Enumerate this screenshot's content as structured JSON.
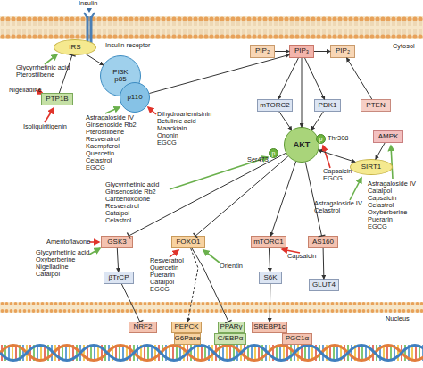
{
  "diagram": {
    "nodes": [
      {
        "text": [
          "IRS"
        ]
      },
      {
        "text": [
          "PI3K p85"
        ]
      },
      {
        "text": [
          "p110"
        ]
      },
      {
        "text": [
          "PTP1B"
        ]
      },
      {
        "text": [
          "PIP₂"
        ]
      },
      {
        "text": [
          "PIP₃"
        ]
      },
      {
        "text": [
          "PIP₂"
        ]
      },
      {
        "text": [
          "mTORC2"
        ]
      },
      {
        "text": [
          "PDK1"
        ]
      },
      {
        "text": [
          "PTEN"
        ]
      },
      {
        "text": [
          "AMPK"
        ]
      },
      {
        "text": [
          "AKT"
        ]
      },
      {
        "text": [
          "p"
        ]
      },
      {
        "text": [
          "p"
        ]
      },
      {
        "text": [
          "SIRT1"
        ]
      },
      {
        "text": [
          "GSK3"
        ]
      },
      {
        "text": [
          "FOXO1"
        ]
      },
      {
        "text": [
          "mTORC1"
        ]
      },
      {
        "text": [
          "AS160"
        ]
      },
      {
        "text": [
          "βTrCP"
        ]
      },
      {
        "text": [
          "S6K"
        ]
      },
      {
        "text": [
          "GLUT4"
        ]
      },
      {
        "text": [
          "NRF2"
        ]
      },
      {
        "text": [
          "PEPCK"
        ]
      },
      {
        "text": [
          "G6Pase"
        ]
      },
      {
        "text": [
          "PPARγ"
        ]
      },
      {
        "text": [
          "C/EBPα"
        ]
      },
      {
        "text": [
          "SREBP1c"
        ]
      },
      {
        "text": [
          "PGC1α"
        ]
      }
    ],
    "edges": [
      {
        "from": 0,
        "to": 1,
        "arrow": "to"
      },
      {
        "from": 3,
        "to": 0,
        "arrow": "none"
      },
      {
        "from": 4,
        "to": 5,
        "arrow": "to"
      },
      {
        "from": 5,
        "to": 6,
        "arrow": "to"
      },
      {
        "from": 2,
        "to": 5,
        "arrow": "to"
      },
      {
        "from": 5,
        "to": 7,
        "arrow": "to"
      },
      {
        "from": 5,
        "to": 8,
        "arrow": "to"
      },
      {
        "from": 5,
        "to": 11,
        "arrow": "to"
      },
      {
        "from": 9,
        "to": 6,
        "arrow": "to"
      },
      {
        "from": 7,
        "to": 11,
        "arrow": "to"
      },
      {
        "from": 8,
        "to": 11,
        "arrow": "to"
      },
      {
        "from": 11,
        "to": 14,
        "arrow": "both"
      },
      {
        "from": 10,
        "to": 14,
        "arrow": "to"
      },
      {
        "from": 11,
        "to": 15,
        "arrow": "none"
      },
      {
        "from": 11,
        "to": 16,
        "arrow": "none"
      },
      {
        "from": 11,
        "to": 17,
        "arrow": "to"
      },
      {
        "from": 11,
        "to": 18,
        "arrow": "none"
      },
      {
        "from": 15,
        "to": 19,
        "arrow": "to"
      },
      {
        "from": 19,
        "to": 22,
        "arrow": "none"
      },
      {
        "from": 16,
        "to": 23,
        "arrow": "to"
      },
      {
        "from": 16,
        "to": 25,
        "arrow": "none"
      },
      {
        "from": 17,
        "to": 20,
        "arrow": "to"
      },
      {
        "from": 20,
        "to": 27,
        "arrow": "to"
      },
      {
        "from": 18,
        "to": 21,
        "arrow": "to"
      }
    ],
    "labels": [
      "Insulin",
      "Insulin receptor",
      "Cytosol",
      "Glycyrrhetinic acid",
      "Pterostilbene",
      "Nigelladine",
      "Isoliquiritigenin",
      "Astragaloside IV",
      "Ginsenoside Rb2",
      "Pterostilbene",
      "Resveratrol",
      "Kaempferol",
      "Quercetin",
      "Celastrol",
      "EGCG",
      "Dihydroartemisinin",
      "Betulinic acid",
      "Maackiain",
      "Ononin",
      "EGCG",
      "Ser473",
      "Thr308",
      "Capsaicin",
      "EGCG",
      "Glycyrrhetinic acid",
      "Ginsenoside Rb2",
      "Carbenoxolone",
      "Resveratrol",
      "Catalpol",
      "Celastrol",
      "Astragaloside IV",
      "Celastrol",
      "Astragaloside IV",
      "Catalpol",
      "Capsaicin",
      "Celastrol",
      "Oxyberberine",
      "Puerarin",
      "EGCG",
      "Amentoflavone",
      "Glycyrrhetinic acid",
      "Oxyberberine",
      "Nigelladine",
      "Catalpol",
      "Resveratrol",
      "Quercetin",
      "Puerarin",
      "Catalpol",
      "EGCG",
      "Orientin",
      "Capsaicin",
      "Nucleus"
    ]
  }
}
